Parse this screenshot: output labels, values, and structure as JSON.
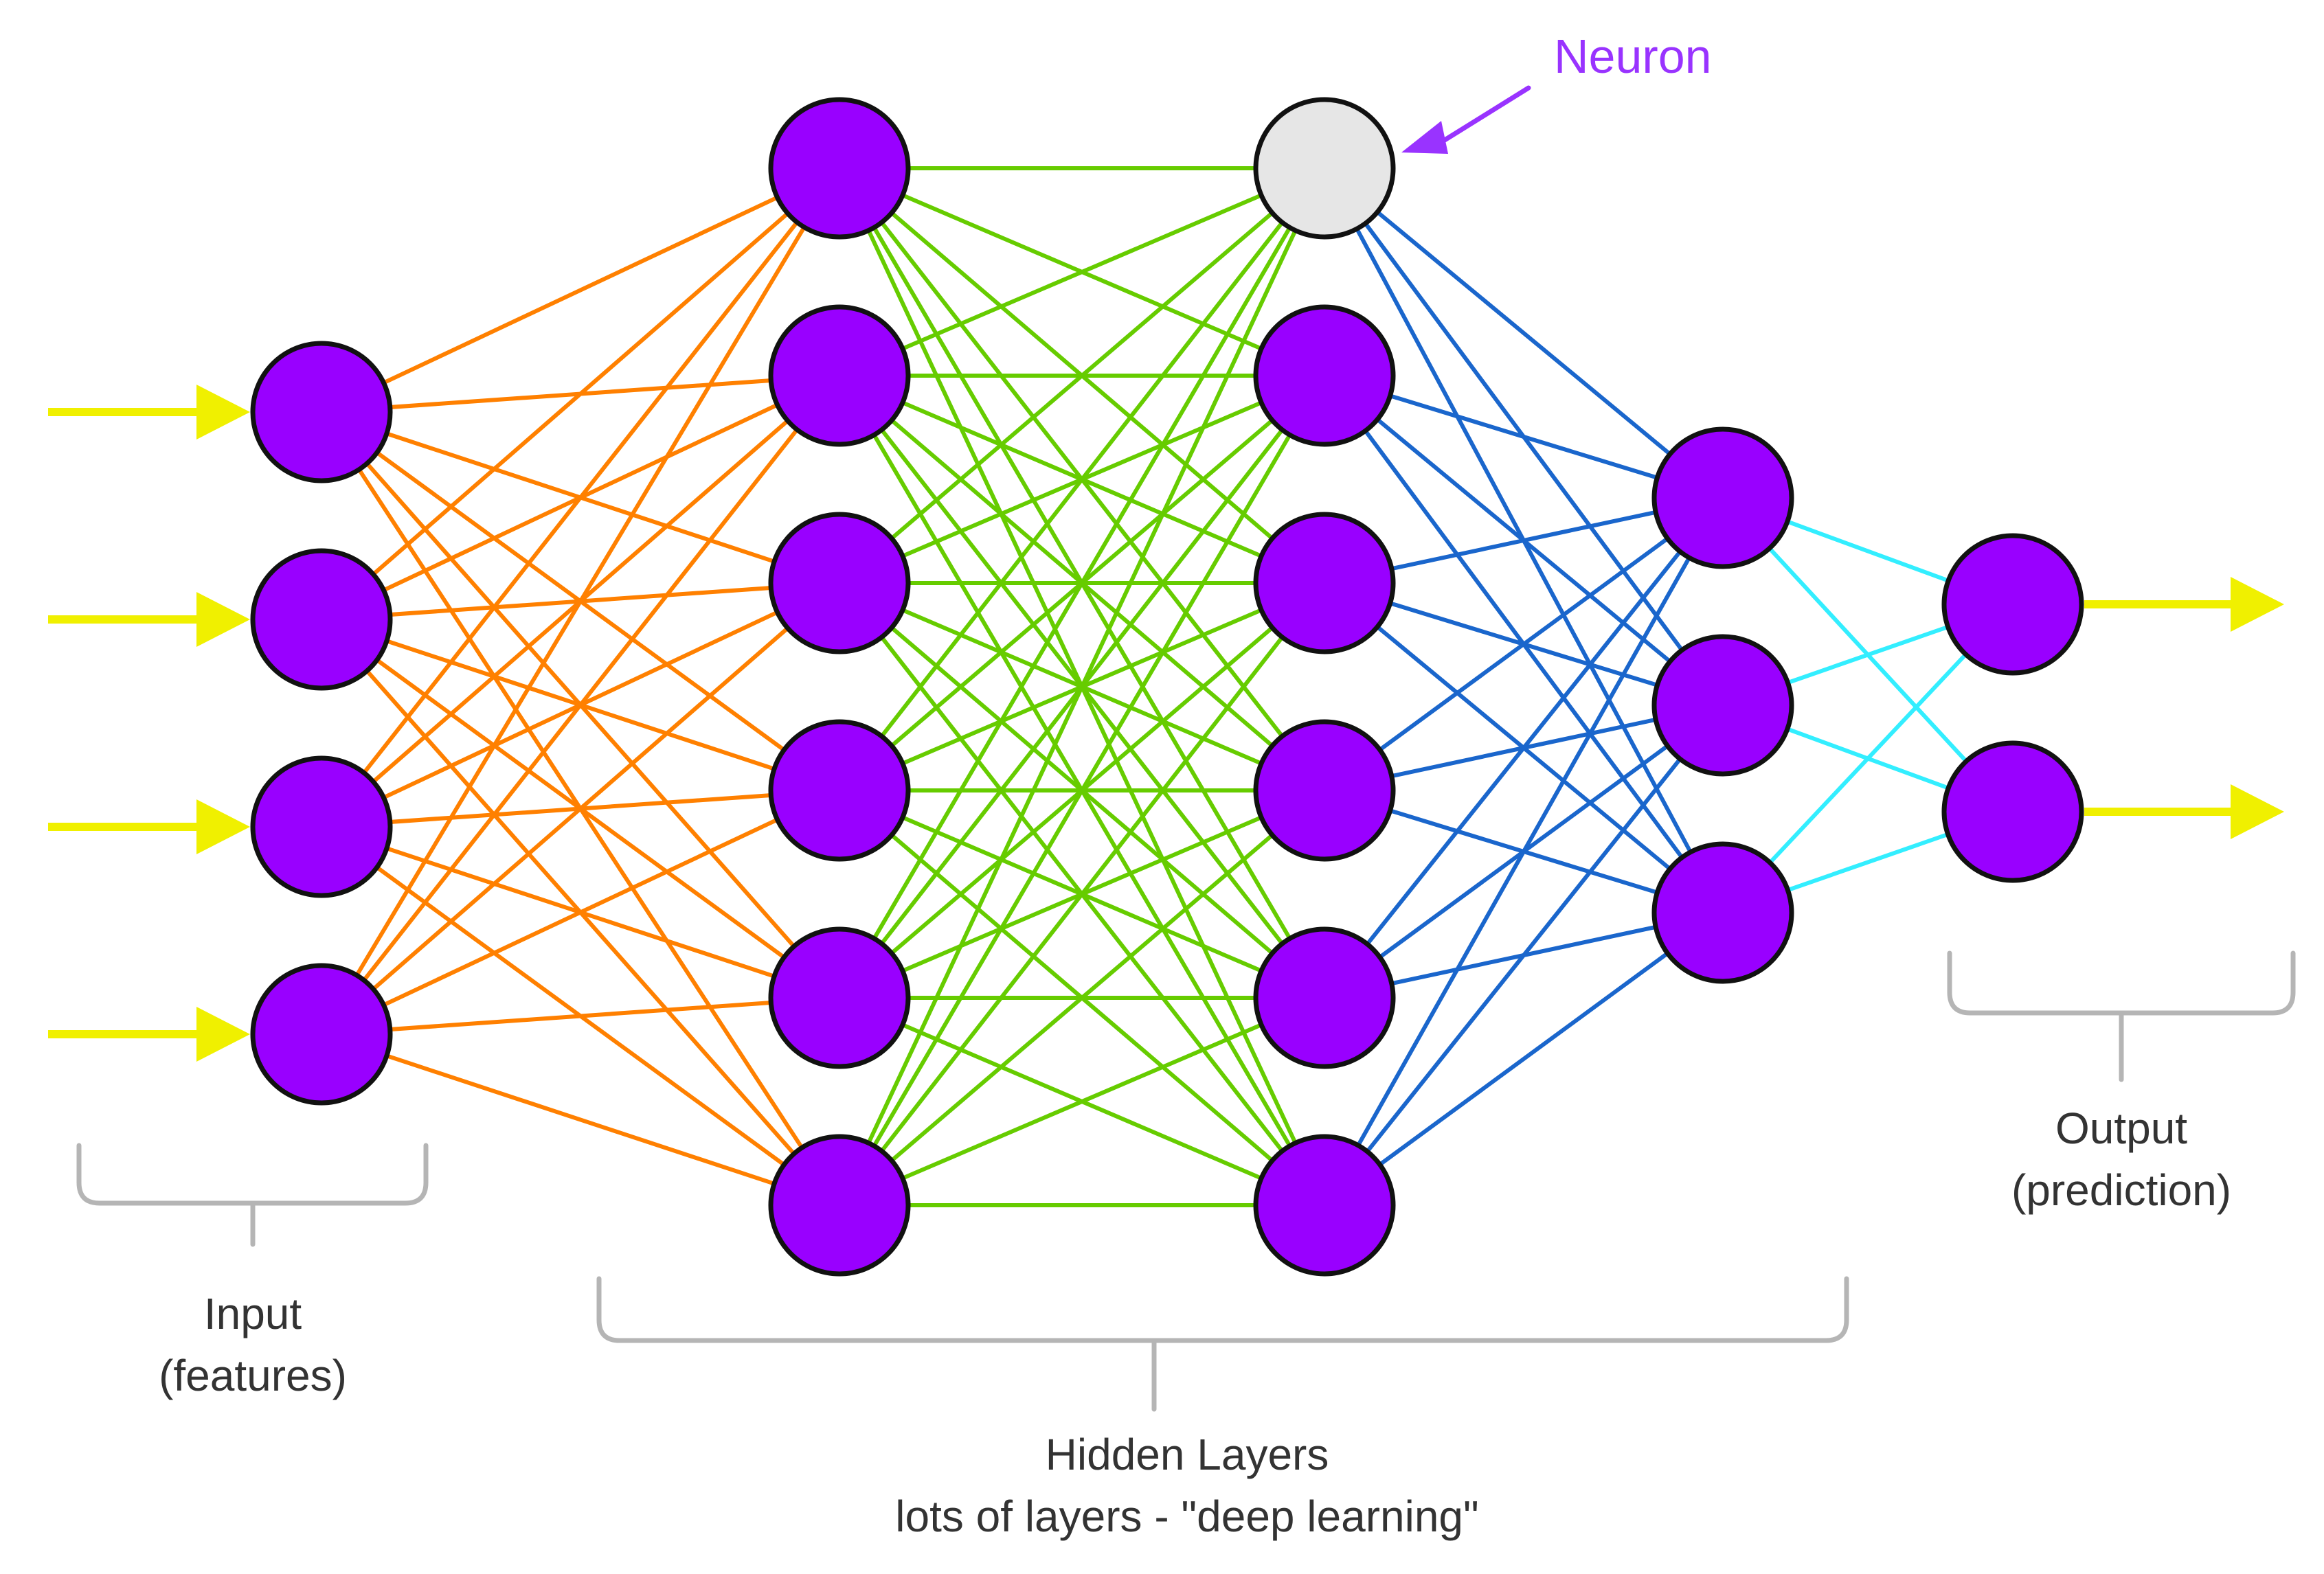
{
  "labels": {
    "neuron": "Neuron",
    "input_line1": "Input",
    "input_line2": "(features)",
    "hidden_line1": "Hidden Layers",
    "hidden_line2": "lots of layers - \"deep learning\"",
    "output_line1": "Output",
    "output_line2": "(prediction)"
  },
  "layers": [
    {
      "name": "input",
      "neurons": 4
    },
    {
      "name": "hidden-1",
      "neurons": 6
    },
    {
      "name": "hidden-2",
      "neurons": 6
    },
    {
      "name": "hidden-3",
      "neurons": 3
    },
    {
      "name": "output",
      "neurons": 2
    }
  ],
  "highlighted_neuron": {
    "layer": 2,
    "index": 0
  },
  "colors": {
    "neuron_fill": "#9900ff",
    "neuron_stroke": "#111111",
    "highlight_fill": "#e6e6e6",
    "io_arrow": "#f0f000",
    "connections": [
      "#ff8000",
      "#66cc00",
      "#1a66cc",
      "#33eeff"
    ],
    "callout": "#9933ff",
    "bracket": "#b5b5b5"
  }
}
